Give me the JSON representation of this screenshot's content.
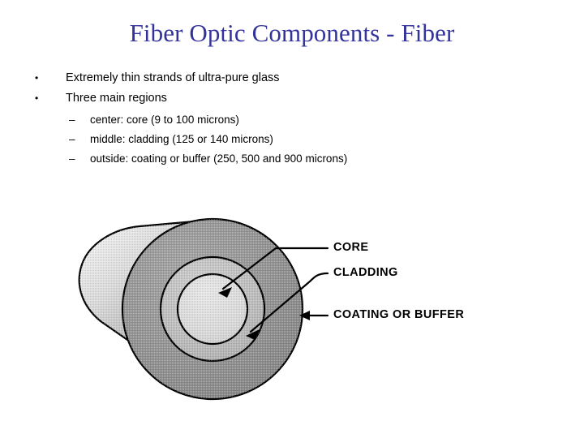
{
  "slide": {
    "title": "Fiber Optic Components - Fiber",
    "title_color": "#33339c",
    "background_color": "#ffffff"
  },
  "content": {
    "bullets": [
      {
        "marker": "•",
        "text": "Extremely thin strands of ultra-pure glass"
      },
      {
        "marker": "•",
        "text": "Three main regions"
      }
    ],
    "sub_bullets": [
      {
        "marker": "–",
        "text": "center: core (9 to 100 microns)"
      },
      {
        "marker": "–",
        "text": "middle: cladding (125 or 140 microns)"
      },
      {
        "marker": "–",
        "text": "outside: coating or buffer (250, 500 and 900 microns)"
      }
    ]
  },
  "figure": {
    "name": "optical-fiber-cutaway-diagram",
    "labels": {
      "core": "CORE",
      "cladding": "CLADDING",
      "coating": "COATING OR BUFFER"
    },
    "colors": {
      "outline": "#000000",
      "coating_fill": "#8c8c8c",
      "cladding_fill": "#b8b8b8",
      "core_fill": "#d9d9d9",
      "body_light": "#e3e3e3",
      "body_dark": "#9a9a9a"
    }
  }
}
